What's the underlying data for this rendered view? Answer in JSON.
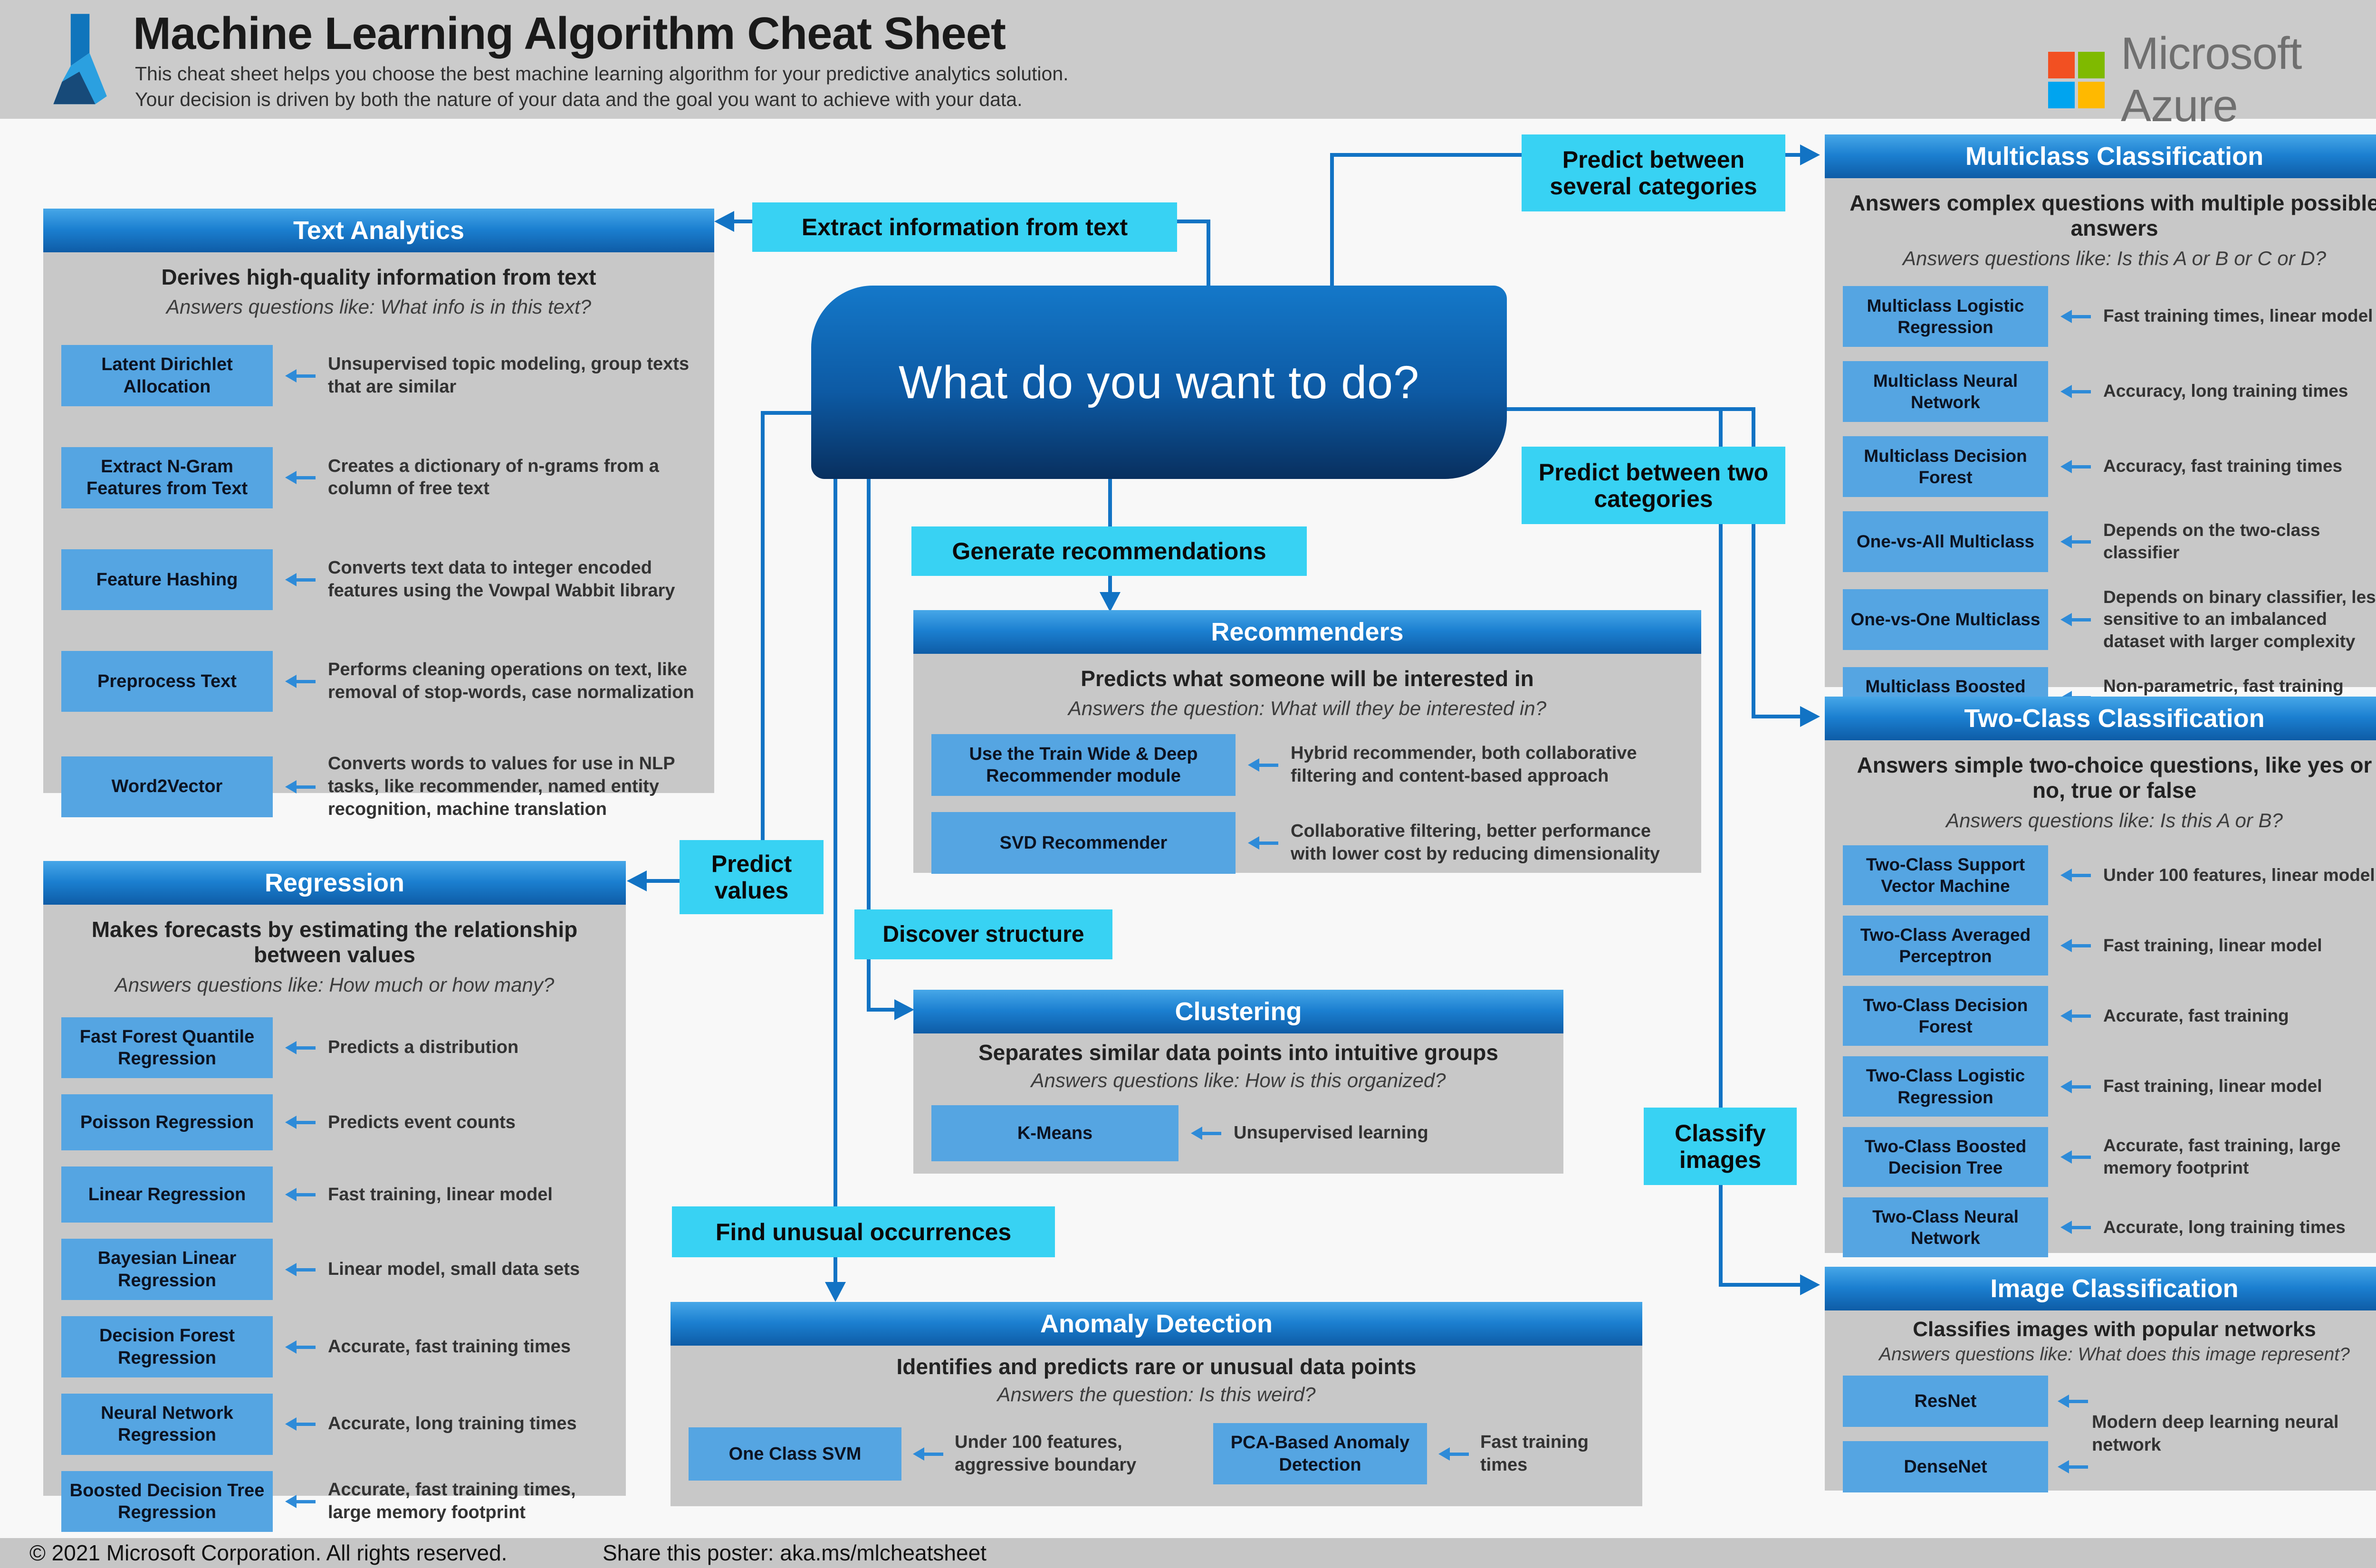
{
  "header": {
    "title": "Machine Learning Algorithm Cheat Sheet",
    "subtitle1": "This cheat sheet helps you choose the best machine learning algorithm for your predictive analytics solution.",
    "subtitle2": "Your decision is driven by both the nature of your data and the goal you want to achieve with your data.",
    "brand": "Microsoft Azure"
  },
  "center": {
    "question": "What do you want to do?"
  },
  "labels": {
    "extract_info": "Extract information from text",
    "predict_several": "Predict between several categories",
    "predict_two": "Predict between two categories",
    "generate_rec": "Generate recommendations",
    "predict_values": "Predict values",
    "discover_structure": "Discover structure",
    "find_unusual": "Find unusual occurrences",
    "classify_images": "Classify images"
  },
  "panels": {
    "text_analytics": {
      "title": "Text Analytics",
      "headline": "Derives high-quality information from text",
      "sub": "Answers questions like: What info is in this text?",
      "items": [
        {
          "name": "Latent Dirichlet Allocation",
          "desc": "Unsupervised topic modeling, group texts that are similar"
        },
        {
          "name": "Extract N-Gram Features from Text",
          "desc": "Creates a dictionary of n-grams from a column of free text"
        },
        {
          "name": "Feature Hashing",
          "desc": "Converts text data to integer encoded features using the Vowpal Wabbit library"
        },
        {
          "name": "Preprocess Text",
          "desc": "Performs cleaning operations on text, like removal of stop-words, case normalization"
        },
        {
          "name": "Word2Vector",
          "desc": "Converts words to values for use in NLP tasks, like recommender, named entity recognition, machine translation"
        }
      ]
    },
    "regression": {
      "title": "Regression",
      "headline": "Makes forecasts by estimating the relationship between values",
      "sub": "Answers questions like: How much or how many?",
      "items": [
        {
          "name": "Fast Forest Quantile Regression",
          "desc": "Predicts a distribution"
        },
        {
          "name": "Poisson Regression",
          "desc": "Predicts event counts"
        },
        {
          "name": "Linear Regression",
          "desc": "Fast training, linear model"
        },
        {
          "name": "Bayesian Linear Regression",
          "desc": "Linear model, small data sets"
        },
        {
          "name": "Decision Forest Regression",
          "desc": "Accurate, fast training times"
        },
        {
          "name": "Neural Network Regression",
          "desc": "Accurate, long training times"
        },
        {
          "name": "Boosted Decision Tree Regression",
          "desc": "Accurate, fast training times, large memory footprint"
        }
      ]
    },
    "recommenders": {
      "title": "Recommenders",
      "headline": "Predicts what someone will be interested in",
      "sub": "Answers the question: What will they be interested in?",
      "items": [
        {
          "name": "Use the Train Wide & Deep Recommender module",
          "desc": "Hybrid recommender, both collaborative filtering and content-based approach"
        },
        {
          "name": "SVD Recommender",
          "desc": "Collaborative filtering, better performance with lower cost by reducing dimensionality"
        }
      ]
    },
    "clustering": {
      "title": "Clustering",
      "headline": "Separates similar data points into intuitive groups",
      "sub": "Answers questions like: How is this organized?",
      "items": [
        {
          "name": "K-Means",
          "desc": "Unsupervised learning"
        }
      ]
    },
    "anomaly_detection": {
      "title": "Anomaly Detection",
      "headline": "Identifies and predicts rare or unusual data points",
      "sub": "Answers the question: Is this weird?",
      "items": [
        {
          "name": "One Class SVM",
          "desc": "Under 100 features, aggressive boundary"
        },
        {
          "name": "PCA-Based Anomaly Detection",
          "desc": "Fast training times"
        }
      ]
    },
    "multiclass": {
      "title": "Multiclass Classification",
      "headline": "Answers complex questions with multiple possible answers",
      "sub": "Answers questions like: Is this A or B or C or D?",
      "items": [
        {
          "name": "Multiclass Logistic Regression",
          "desc": "Fast training times, linear model"
        },
        {
          "name": "Multiclass Neural Network",
          "desc": "Accuracy, long training times"
        },
        {
          "name": "Multiclass Decision Forest",
          "desc": "Accuracy, fast training times"
        },
        {
          "name": "One-vs-All Multiclass",
          "desc": "Depends on the two-class classifier"
        },
        {
          "name": "One-vs-One Multiclass",
          "desc": "Depends on binary classifier, less sensitive to an imbalanced dataset with larger complexity"
        },
        {
          "name": "Multiclass Boosted Decision Tree",
          "desc": "Non-parametric, fast training times and scalable"
        }
      ]
    },
    "two_class": {
      "title": "Two-Class Classification",
      "headline": "Answers simple two-choice questions, like yes or no, true or false",
      "sub": "Answers questions like: Is this A or B?",
      "items": [
        {
          "name": "Two-Class Support Vector Machine",
          "desc": "Under 100 features, linear model"
        },
        {
          "name": "Two-Class Averaged Perceptron",
          "desc": "Fast training, linear model"
        },
        {
          "name": "Two-Class Decision Forest",
          "desc": "Accurate, fast training"
        },
        {
          "name": "Two-Class Logistic Regression",
          "desc": "Fast training, linear model"
        },
        {
          "name": "Two-Class Boosted Decision Tree",
          "desc": "Accurate, fast training, large memory footprint"
        },
        {
          "name": "Two-Class Neural Network",
          "desc": "Accurate, long training times"
        }
      ]
    },
    "image_classification": {
      "title": "Image Classification",
      "headline": "Classifies images with popular networks",
      "sub": "Answers questions like: What does this image represent?",
      "items": [
        {
          "name": "ResNet"
        },
        {
          "name": "DenseNet"
        }
      ],
      "shared_desc": "Modern deep learning neural network"
    }
  },
  "footer": {
    "copyright": "© 2021 Microsoft Corporation. All rights reserved.",
    "share": "Share this poster: aka.ms/mlcheatsheet"
  },
  "colors": {
    "accent_cyan": "#38d2f3",
    "connector_blue": "#1273c4",
    "algorithm_blue": "#55a5e2",
    "panel_gray": "#c8c8c8",
    "header_gradient_top": "#47a7e8",
    "header_gradient_bottom": "#0e5ca6",
    "ms_red": "#f25022",
    "ms_green": "#7fba00",
    "ms_blue": "#00a4ef",
    "ms_yellow": "#ffb900"
  }
}
